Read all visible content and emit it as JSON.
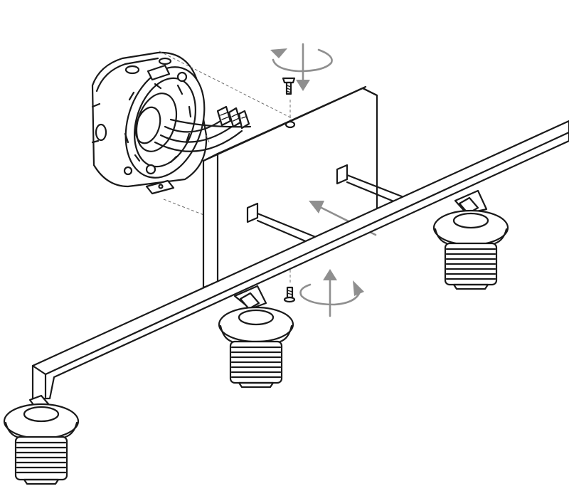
{
  "figure": {
    "background": "#ffffff",
    "line_color": "#1a1a1a",
    "arrow_color": "#8f8f8f",
    "guide_color": "#6d6d6d",
    "parts": [
      "junction-box",
      "mounting-plate",
      "top-screw",
      "bottom-screw",
      "fixture-arm",
      "lamp-socket-left",
      "lamp-socket-middle",
      "lamp-socket-right"
    ]
  }
}
